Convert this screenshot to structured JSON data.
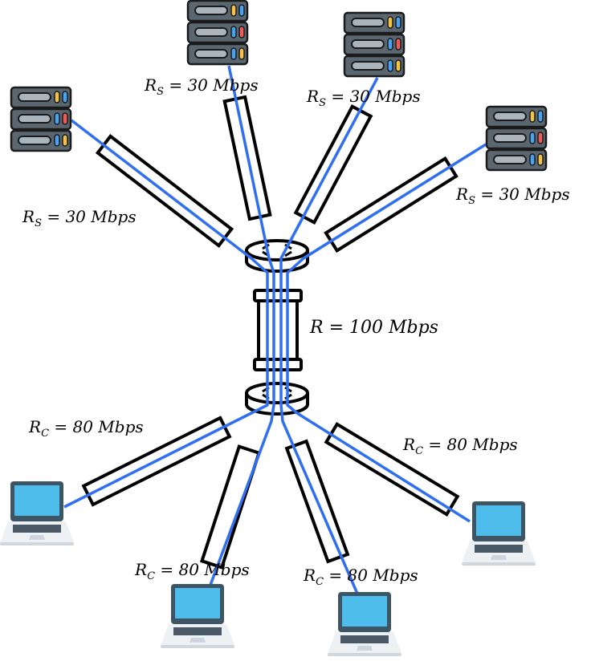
{
  "servers": [
    {
      "link_label": {
        "symbol": "R",
        "sub": "S",
        "value": "= 30 Mbps"
      }
    },
    {
      "link_label": {
        "symbol": "R",
        "sub": "S",
        "value": "= 30 Mbps"
      }
    },
    {
      "link_label": {
        "symbol": "R",
        "sub": "S",
        "value": "= 30 Mbps"
      }
    },
    {
      "link_label": {
        "symbol": "R",
        "sub": "S",
        "value": "= 30 Mbps"
      }
    }
  ],
  "bottleneck": {
    "symbol": "R",
    "sub": "",
    "value": "= 100 Mbps"
  },
  "clients": [
    {
      "link_label": {
        "symbol": "R",
        "sub": "C",
        "value": "= 80 Mbps"
      }
    },
    {
      "link_label": {
        "symbol": "R",
        "sub": "C",
        "value": "= 80 Mbps"
      }
    },
    {
      "link_label": {
        "symbol": "R",
        "sub": "C",
        "value": "= 80 Mbps"
      }
    },
    {
      "link_label": {
        "symbol": "R",
        "sub": "C",
        "value": "= 80 Mbps"
      }
    }
  ],
  "colors": {
    "flow": "#2f6ff0",
    "server_body": "#5a6670",
    "screen": "#4fbdec",
    "laptop_frame": "#3e5566"
  }
}
